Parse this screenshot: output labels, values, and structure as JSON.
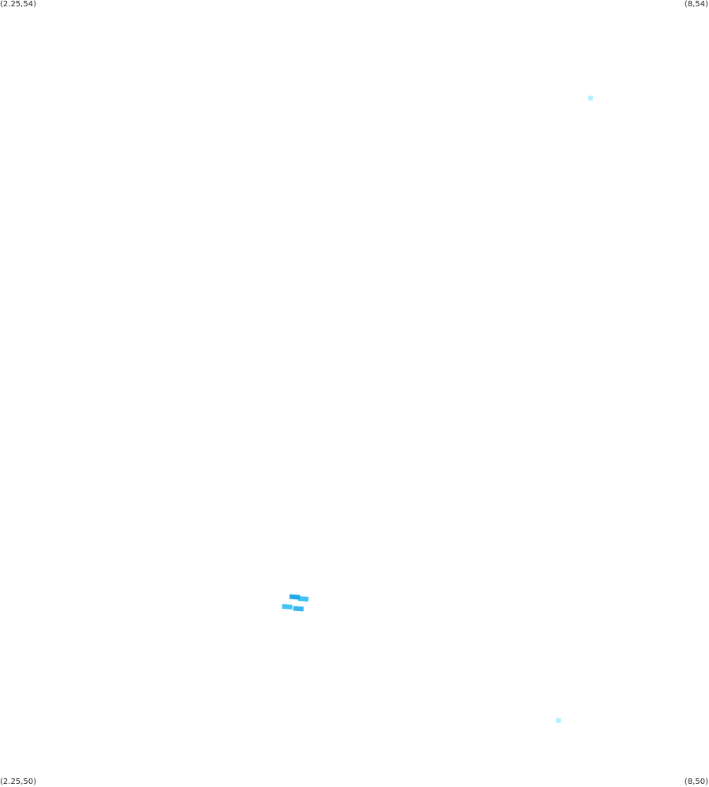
{
  "corners": {
    "top_left": "(2.25,54)",
    "top_right": "(8,54)",
    "bottom_left": "(2.25,50)",
    "bottom_right": "(8,50)"
  },
  "extent": {
    "x_min": 2.25,
    "x_max": 8,
    "y_min": 50,
    "y_max": 54
  },
  "features": [
    {
      "name": "marker-northeast",
      "kind": "point",
      "lon": 7.04,
      "lat": 53.5,
      "color": "#b3f0ff"
    },
    {
      "name": "marker-southeast",
      "kind": "point",
      "lon": 6.78,
      "lat": 50.33,
      "color": "#b3f0ff"
    },
    {
      "name": "cluster-upper-right",
      "kind": "patch",
      "lon": 4.71,
      "lat": 50.95,
      "color": "#40c4f5"
    },
    {
      "name": "cluster-upper-left",
      "kind": "patch",
      "lon": 4.64,
      "lat": 50.96,
      "color": "#1fa8e8"
    },
    {
      "name": "cluster-lower-left",
      "kind": "patch",
      "lon": 4.58,
      "lat": 50.91,
      "color": "#40c4f5"
    },
    {
      "name": "cluster-lower-right",
      "kind": "patch",
      "lon": 4.67,
      "lat": 50.9,
      "color": "#35b8f0"
    }
  ]
}
